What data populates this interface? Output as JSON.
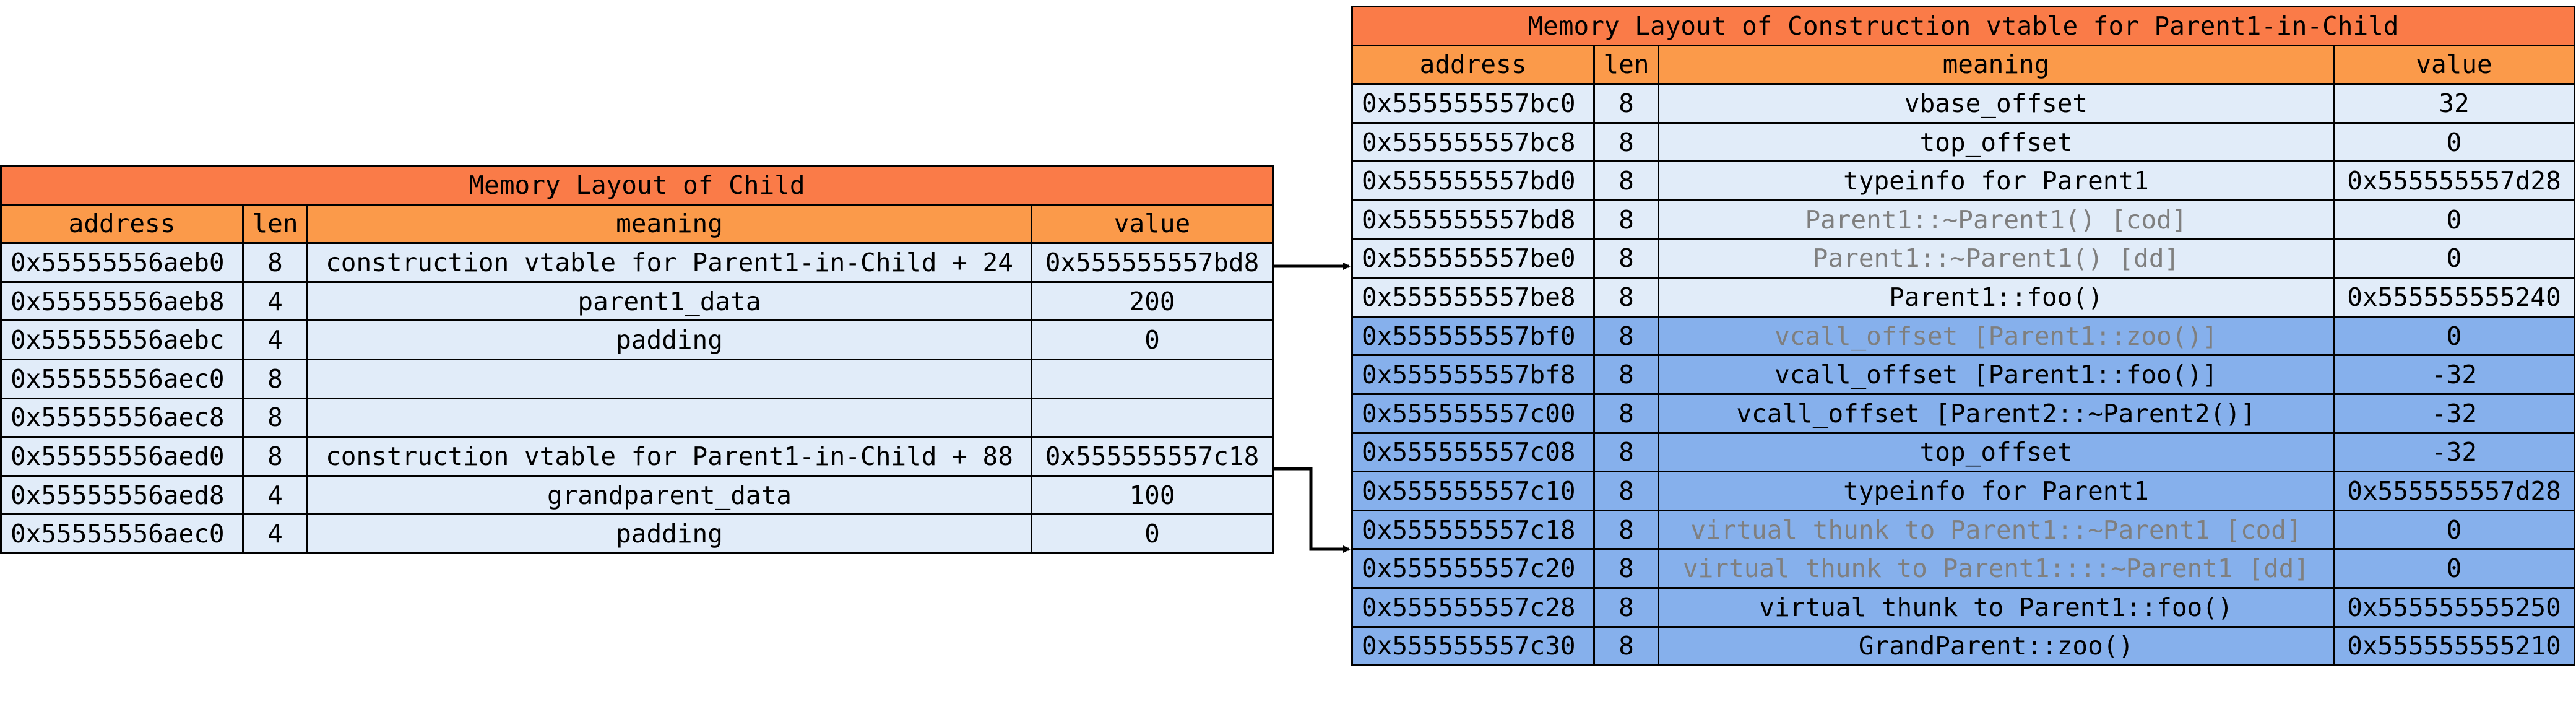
{
  "child_table": {
    "title": "Memory Layout of Child",
    "headers": [
      "address",
      "len",
      "meaning",
      "value"
    ],
    "rows": [
      {
        "address": "0x55555556aeb0",
        "len": "8",
        "meaning": "construction vtable for Parent1-in-Child + 24",
        "value": "0x555555557bd8"
      },
      {
        "address": "0x55555556aeb8",
        "len": "4",
        "meaning": "parent1_data",
        "value": "200"
      },
      {
        "address": "0x55555556aebc",
        "len": "4",
        "meaning": "padding",
        "value": "0"
      },
      {
        "address": "0x55555556aec0",
        "len": "8",
        "meaning": "",
        "value": ""
      },
      {
        "address": "0x55555556aec8",
        "len": "8",
        "meaning": "",
        "value": ""
      },
      {
        "address": "0x55555556aed0",
        "len": "8",
        "meaning": "construction vtable for Parent1-in-Child + 88",
        "value": "0x555555557c18"
      },
      {
        "address": "0x55555556aed8",
        "len": "4",
        "meaning": "grandparent_data",
        "value": "100"
      },
      {
        "address": "0x55555556aec0",
        "len": "4",
        "meaning": "padding",
        "value": "0"
      }
    ]
  },
  "vtable_table": {
    "title": "Memory Layout of Construction vtable for Parent1-in-Child",
    "headers": [
      "address",
      "len",
      "meaning",
      "value"
    ],
    "rows": [
      {
        "address": "0x555555557bc0",
        "len": "8",
        "meaning": "vbase_offset",
        "value": "32"
      },
      {
        "address": "0x555555557bc8",
        "len": "8",
        "meaning": "top_offset",
        "value": "0"
      },
      {
        "address": "0x555555557bd0",
        "len": "8",
        "meaning": "typeinfo for Parent1",
        "value": "0x555555557d28"
      },
      {
        "address": "0x555555557bd8",
        "len": "8",
        "meaning": "Parent1::~Parent1() [cod]",
        "value": "0"
      },
      {
        "address": "0x555555557be0",
        "len": "8",
        "meaning": "Parent1::~Parent1() [dd]",
        "value": "0"
      },
      {
        "address": "0x555555557be8",
        "len": "8",
        "meaning": "Parent1::foo()",
        "value": "0x555555555240"
      },
      {
        "address": "0x555555557bf0",
        "len": "8",
        "meaning": "vcall_offset [Parent1::zoo()]",
        "value": "0"
      },
      {
        "address": "0x555555557bf8",
        "len": "8",
        "meaning": "vcall_offset [Parent1::foo()]",
        "value": "-32"
      },
      {
        "address": "0x555555557c00",
        "len": "8",
        "meaning": "vcall_offset [Parent2::~Parent2()]",
        "value": "-32"
      },
      {
        "address": "0x555555557c08",
        "len": "8",
        "meaning": "top_offset",
        "value": "-32"
      },
      {
        "address": "0x555555557c10",
        "len": "8",
        "meaning": "typeinfo for Parent1",
        "value": "0x555555557d28"
      },
      {
        "address": "0x555555557c18",
        "len": "8",
        "meaning": "virtual thunk to Parent1::~Parent1 [cod]",
        "value": "0"
      },
      {
        "address": "0x555555557c20",
        "len": "8",
        "meaning": "virtual thunk to Parent1::::~Parent1 [dd]",
        "value": "0"
      },
      {
        "address": "0x555555557c28",
        "len": "8",
        "meaning": "virtual thunk to Parent1::foo()",
        "value": "0x555555555250"
      },
      {
        "address": "0x555555557c30",
        "len": "8",
        "meaning": "GrandParent::zoo()",
        "value": "0x555555555210"
      }
    ]
  },
  "colors": {
    "title_bg": "#fa7b48",
    "header_bg": "#fb9a4a",
    "row_light": "#e1ecf9",
    "row_blue": "#86b0ec",
    "muted_text": "#7f7f7f"
  }
}
